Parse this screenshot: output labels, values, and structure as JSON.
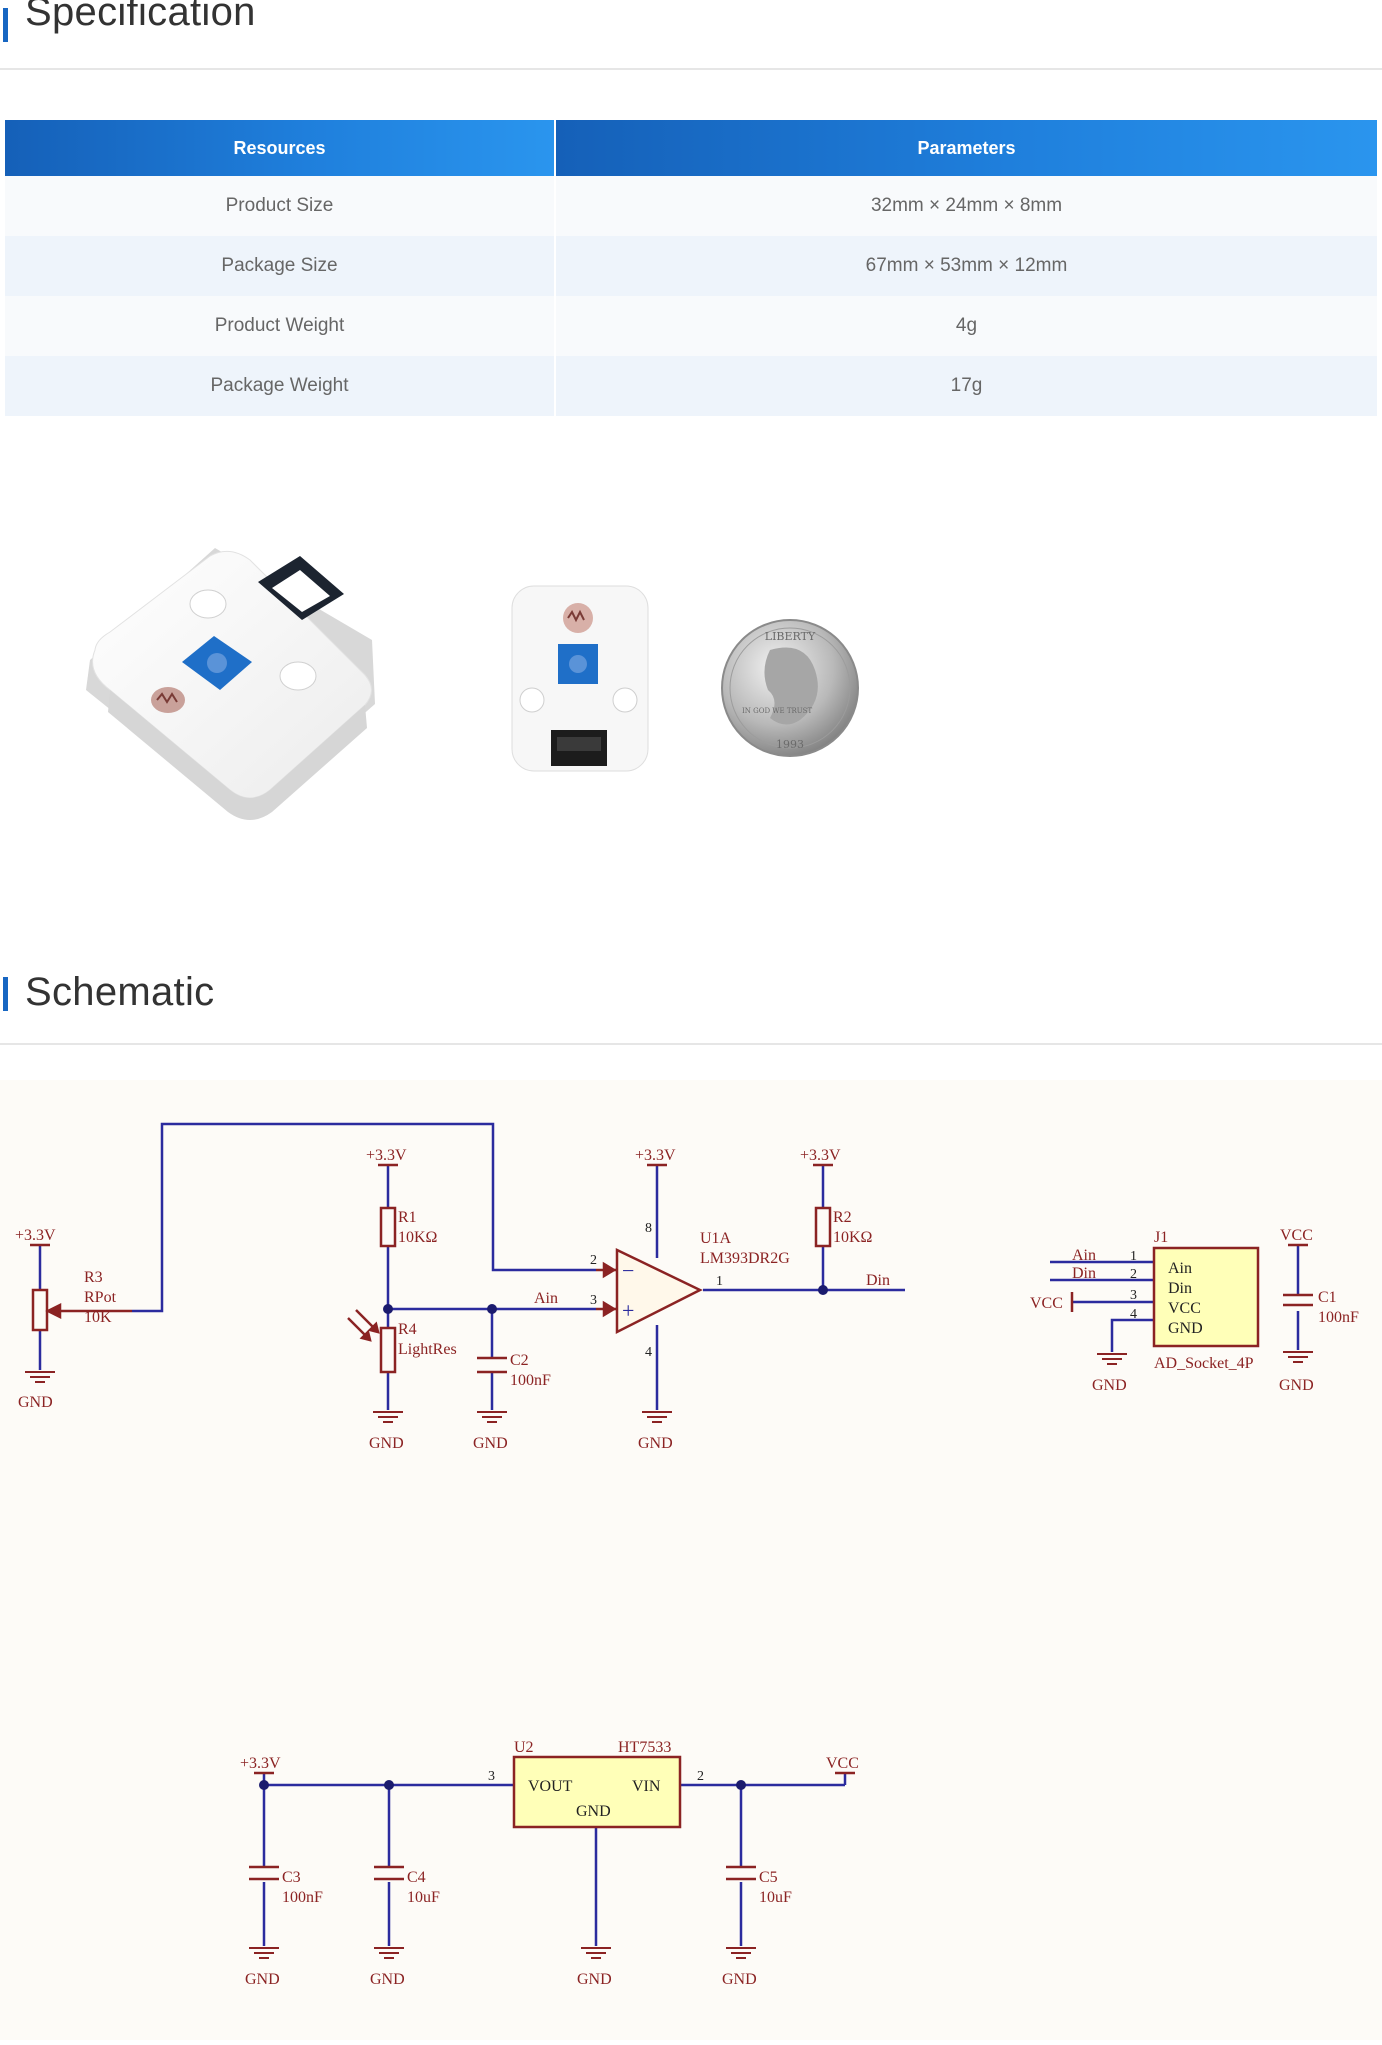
{
  "specification": {
    "title": "Specification",
    "columns": [
      "Resources",
      "Parameters"
    ],
    "rows": [
      {
        "resource": "Product Size",
        "parameter": "32mm × 24mm × 8mm"
      },
      {
        "resource": "Package Size",
        "parameter": "67mm × 53mm × 12mm"
      },
      {
        "resource": "Product Weight",
        "parameter": "4g"
      },
      {
        "resource": "Package Weight",
        "parameter": "17g"
      }
    ]
  },
  "schematic": {
    "title": "Schematic",
    "labels": {
      "p33": "+3.3V",
      "gnd": "GND",
      "vcc": "VCC",
      "r3": "R3",
      "rpot": "RPot",
      "r3v": "10K",
      "r1": "R1",
      "r1v": "10KΩ",
      "r4": "R4",
      "lightres": "LightRes",
      "c2": "C2",
      "c2v": "100nF",
      "ain": "Ain",
      "din": "Din",
      "u1a": "U1A",
      "lm393": "LM393DR2G",
      "r2": "R2",
      "r2v": "10KΩ",
      "pin2": "2",
      "pin3": "3",
      "pin8": "8",
      "pin4": "4",
      "pin1": "1",
      "minus": "−",
      "plus": "+",
      "j1": "J1",
      "j_ain": "Ain",
      "j_din": "Din",
      "j_vcc": "VCC",
      "j_gnd": "GND",
      "socket": "AD_Socket_4P",
      "c1": "C1",
      "c1v": "100nF",
      "u2": "U2",
      "ht7533": "HT7533",
      "vout": "VOUT",
      "vin": "VIN",
      "u2gnd": "GND",
      "c3": "C3",
      "c3v": "100nF",
      "c4": "C4",
      "c4v": "10uF",
      "c5": "C5",
      "c5v": "10uF"
    }
  },
  "photos": {
    "coin_rim_text": "LIBERTY",
    "coin_bottom_text": "1993",
    "coin_motto": "IN GOD WE TRUST"
  }
}
